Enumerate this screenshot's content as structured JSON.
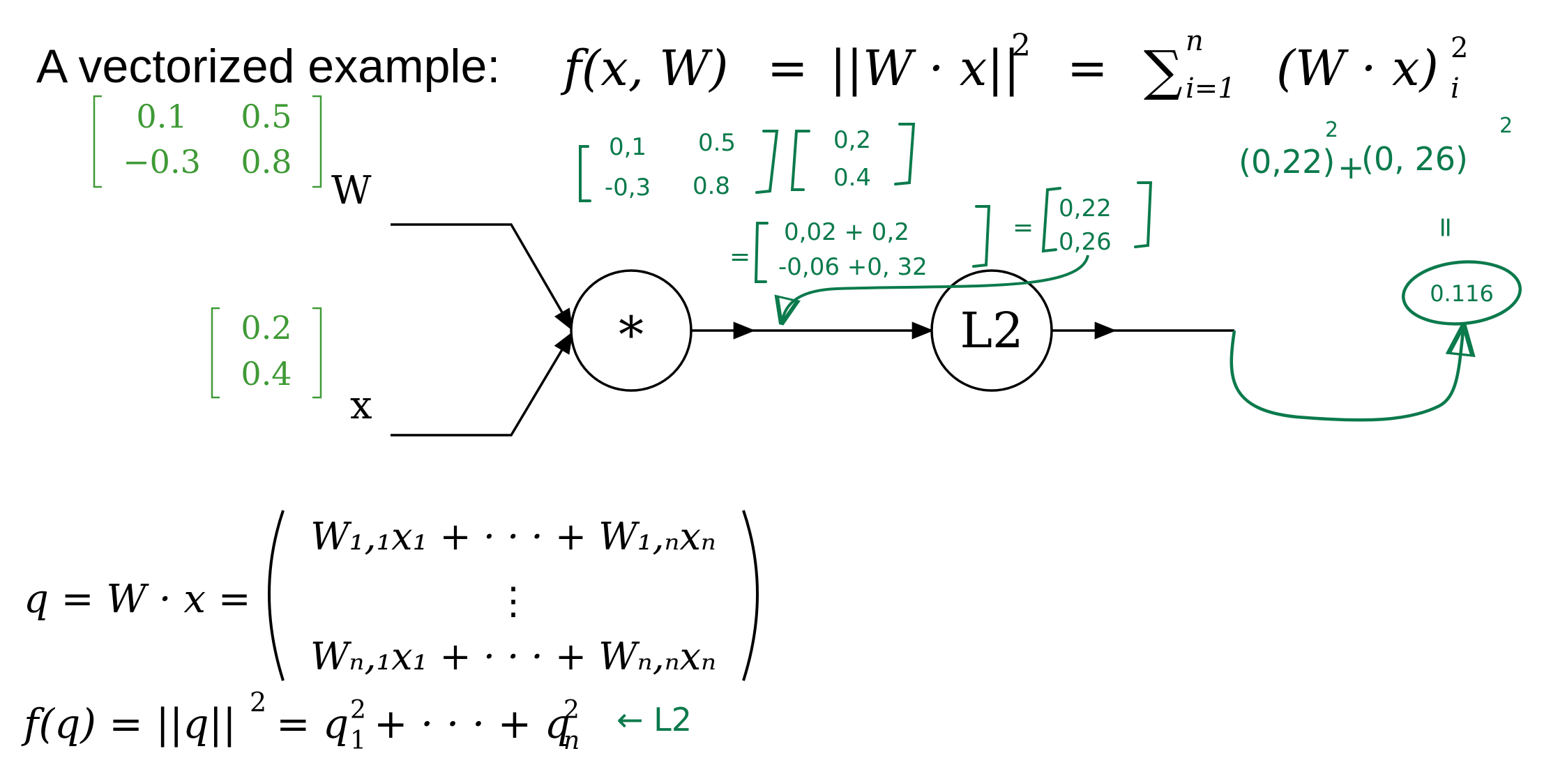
{
  "slide": {
    "title_prefix": "A vectorized example:",
    "title_formula": {
      "lhs": "f(x, W)",
      "eq1": "=",
      "norm": "||W · x||",
      "norm_sup": "2",
      "eq2": "=",
      "sum": "∑",
      "sum_sup": "n",
      "sum_sub": "i=1",
      "term": "(W · x)",
      "term_sup": "2",
      "term_sub": "i"
    }
  },
  "inputs": {
    "W": {
      "label": "W",
      "matrix": [
        [
          "0.1",
          "0.5"
        ],
        [
          "−0.3",
          "0.8"
        ]
      ]
    },
    "x": {
      "label": "x",
      "vector": [
        "0.2",
        "0.4"
      ]
    }
  },
  "nodes": {
    "multiply": "*",
    "l2": "L2"
  },
  "annotations": {
    "mult_W": [
      [
        "0,1",
        "0.5"
      ],
      [
        "-0,3",
        "0.8"
      ]
    ],
    "mult_x": [
      "0,2",
      "0.4"
    ],
    "eq_a": "=",
    "mid_rows": [
      "0,02  + 0,2",
      "-0,06  +0, 32"
    ],
    "eq_b": "=",
    "result": [
      "0,22",
      "0,26"
    ],
    "squares_a": "(0,22)",
    "squares_a_sup": "2",
    "squares_plus": "+",
    "squares_b": "(0, 26)",
    "squares_b_sup": "2",
    "equals_vertical": "=",
    "output": "0.116",
    "l2_note": "← L2"
  },
  "equations": {
    "q_lhs": "q = W · x =",
    "q_row1": "W₁,₁x₁ + · · · + W₁,ₙxₙ",
    "q_dots": "⋮",
    "q_rown": "Wₙ,₁x₁ + · · · + Wₙ,ₙxₙ",
    "f_lhs": "f(q) = ||q||",
    "f_sup": "2",
    "f_rhs": "= q",
    "f_q1_sup": "2",
    "f_q1_sub": "1",
    "f_mid": "+ · · · + q",
    "f_qn_sup": "2",
    "f_qn_sub": "n"
  },
  "colors": {
    "ink": "#000000",
    "matrix_green": "#3f9a36",
    "pen_green": "#0b7a4c"
  }
}
